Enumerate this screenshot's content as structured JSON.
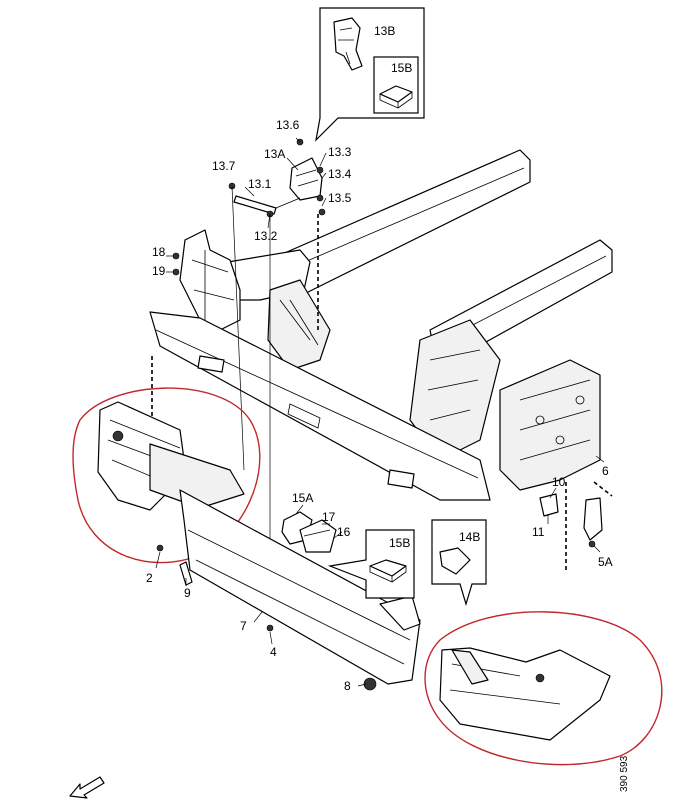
{
  "labels": {
    "l13b": "13B",
    "l15b_top": "15B",
    "l13_6": "13.6",
    "l13a": "13A",
    "l13_3": "13.3",
    "l13_4": "13.4",
    "l13_5": "13.5",
    "l13_7": "13.7",
    "l13_1": "13.1",
    "l13_2": "13.2",
    "l18": "18",
    "l19": "19",
    "l15a": "15A",
    "l17": "17",
    "l16": "16",
    "l15b_bottom": "15B",
    "l14b": "14B",
    "l10": "10",
    "l11": "11",
    "l6": "6",
    "l5a": "5A",
    "l2": "2",
    "l9": "9",
    "l7": "7",
    "l4": "4",
    "l8": "8"
  },
  "figure_code": "390 593",
  "colors": {
    "highlight_circle": "#c0282d",
    "line": "#000000"
  },
  "icons": {
    "direction_arrow": "arrow-front-left-icon"
  }
}
